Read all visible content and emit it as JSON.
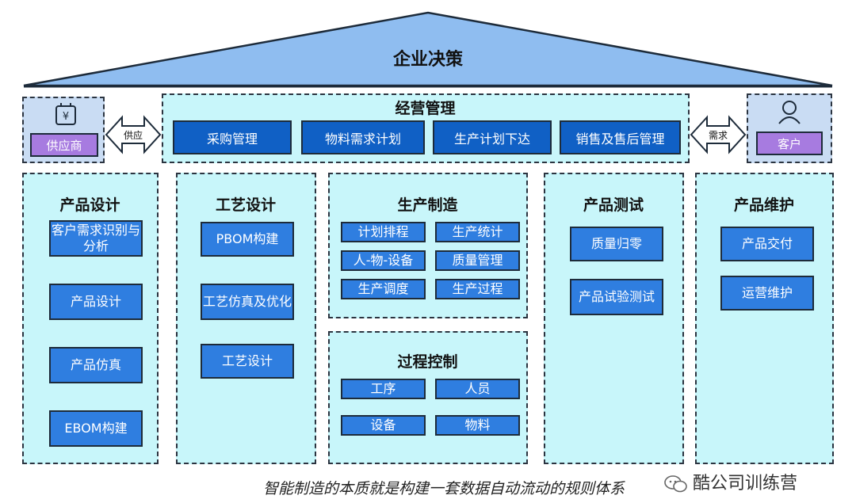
{
  "roof": {
    "title": "企业决策",
    "color": "#8fbdf0"
  },
  "supplier": {
    "label": "供应商",
    "icon": "yen-box-icon"
  },
  "customer": {
    "label": "客户",
    "icon": "user-icon"
  },
  "arrows": {
    "supply": "供应",
    "demand": "需求"
  },
  "management": {
    "title": "经营管理",
    "items": [
      "采购管理",
      "物料需求计划",
      "生产计划下达",
      "销售及售后管理"
    ]
  },
  "product_design": {
    "title": "产品设计",
    "items": [
      "客户需求识别与分析",
      "产品设计",
      "产品仿真",
      "EBOM构建"
    ]
  },
  "process_design": {
    "title": "工艺设计",
    "items": [
      "PBOM构建",
      "工艺仿真及优化",
      "工艺设计"
    ]
  },
  "manufacturing": {
    "title": "生产制造",
    "items": [
      "计划排程",
      "生产统计",
      "人-物-设备",
      "质量管理",
      "生产调度",
      "生产过程"
    ]
  },
  "process_control": {
    "title": "过程控制",
    "items": [
      "工序",
      "人员",
      "设备",
      "物料"
    ]
  },
  "product_test": {
    "title": "产品测试",
    "items": [
      "质量归零",
      "产品试验测试"
    ]
  },
  "product_maintenance": {
    "title": "产品维护",
    "items": [
      "产品交付",
      "运营维护"
    ]
  },
  "caption": "智能制造的本质就是构建一套数据自动流动的规则体系",
  "watermark": "酷公司训练营"
}
